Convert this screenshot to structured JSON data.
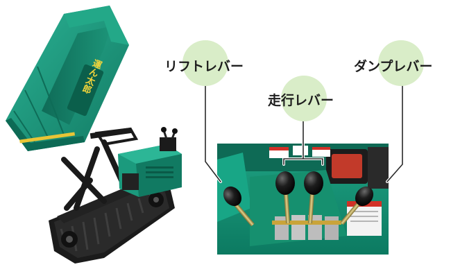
{
  "callouts": {
    "lift_lever": "リフトレバー",
    "travel_lever": "走行レバー",
    "dump_lever": "ダンプレバー"
  },
  "machine": {
    "bed_decal": "運ん太郎"
  },
  "colors": {
    "machine_green": "#1d9a7f",
    "bubble_green": "#d9edc8",
    "track_black": "#1b1b1b",
    "knob_black": "#161616",
    "panel_green": "#0f8f72"
  }
}
